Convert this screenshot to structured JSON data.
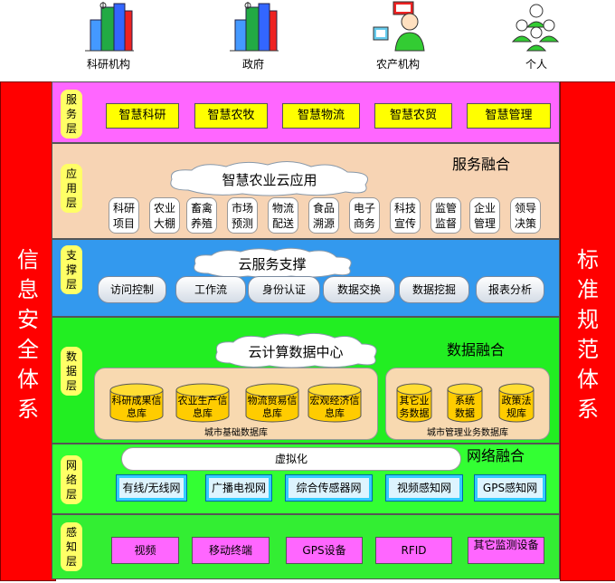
{
  "actors": [
    "科研机构",
    "政府",
    "农产机构",
    "个人"
  ],
  "left_pillar": "信息安全体系",
  "right_pillar": "标准规范体系",
  "layers": {
    "service": {
      "tag": "服务层",
      "items": [
        "智慧科研",
        "智慧农牧",
        "智慧物流",
        "智慧农贸",
        "智慧管理"
      ]
    },
    "application": {
      "tag": "应用层",
      "cloud": "智慧农业云应用",
      "fusion": "服务融合",
      "items": [
        "科研项目",
        "农业大棚",
        "畜禽养殖",
        "市场预测",
        "物流配送",
        "食品溯源",
        "电子商务",
        "科技宣传",
        "监管监督",
        "企业管理",
        "领导决策"
      ]
    },
    "support": {
      "tag": "支撑层",
      "cloud": "云服务支撑",
      "items": [
        "访问控制",
        "工作流",
        "身份认证",
        "数据交换",
        "数据挖掘",
        "报表分析"
      ]
    },
    "data": {
      "tag": "数据层",
      "cloud": "云计算数据中心",
      "fusion": "数据融合",
      "group1": {
        "caption": "城市基础数据库",
        "items": [
          "科研成果信息库",
          "农业生产信息库",
          "物流贸易信息库",
          "宏观经济信息库"
        ]
      },
      "group2": {
        "caption": "城市管理业务数据库",
        "items": [
          "其它业务数据",
          "系统数据",
          "政策法规库"
        ]
      }
    },
    "network": {
      "tag": "网络层",
      "virtual": "虚拟化",
      "fusion": "网络融合",
      "items": [
        "有线/无线网",
        "广播电视网",
        "综合传感器网",
        "视频感知网",
        "GPS感知网"
      ]
    },
    "sensing": {
      "tag": "感知层",
      "items": [
        "视频",
        "移动终端",
        "GPS设备",
        "RFID",
        "其它监测设备"
      ]
    }
  },
  "colors": {
    "pillar": "#ff0000",
    "service_bg": "#ff66ff",
    "application_bg": "#f7d4b4",
    "support_bg": "#3399ee",
    "data_bg": "#22ee22",
    "network_bg": "#33ff33",
    "sensing_bg": "#33ee33"
  }
}
